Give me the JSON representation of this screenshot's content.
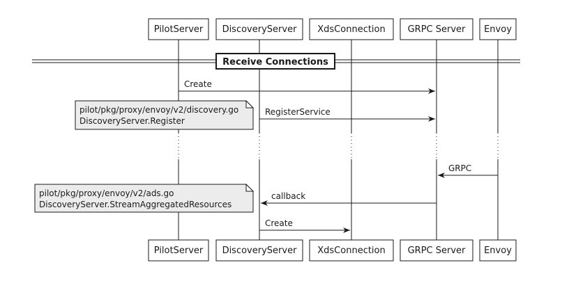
{
  "participants": [
    {
      "id": "PilotServer",
      "label": "PilotServer"
    },
    {
      "id": "DiscoveryServer",
      "label": "DiscoveryServer"
    },
    {
      "id": "XdsConnection",
      "label": "XdsConnection"
    },
    {
      "id": "GRPCServer",
      "label": "GRPC Server"
    },
    {
      "id": "Envoy",
      "label": "Envoy"
    }
  ],
  "divider": {
    "label": "Receive Connections"
  },
  "messages": [
    {
      "from": "PilotServer",
      "to": "GRPCServer",
      "label": "Create"
    },
    {
      "from": "DiscoveryServer",
      "to": "GRPCServer",
      "label": "RegisterService"
    },
    {
      "from": "Envoy",
      "to": "GRPCServer",
      "label": "GRPC"
    },
    {
      "from": "GRPCServer",
      "to": "DiscoveryServer",
      "label": "callback"
    },
    {
      "from": "DiscoveryServer",
      "to": "XdsConnection",
      "label": "Create"
    }
  ],
  "notes": [
    {
      "lines": [
        "pilot/pkg/proxy/envoy/v2/discovery.go",
        "DiscoveryServer.Register"
      ]
    },
    {
      "lines": [
        "pilot/pkg/proxy/envoy/v2/ads.go",
        "DiscoveryServer.StreamAggregatedResources"
      ]
    }
  ]
}
